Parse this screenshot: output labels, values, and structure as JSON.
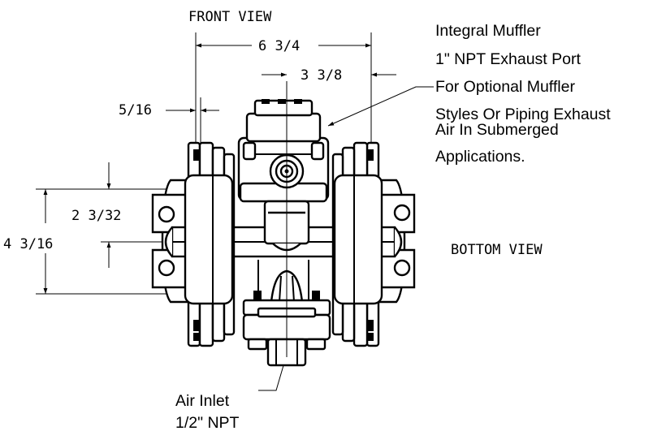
{
  "views": {
    "front_label": "FRONT VIEW",
    "bottom_label": "BOTTOM VIEW"
  },
  "dimensions": {
    "overall_width": "6 3/4",
    "center_to_port": "3 3/8",
    "flange_offset": "5/16",
    "height_partial": "2 3/32",
    "height_total": "4 3/16"
  },
  "callouts": {
    "muffler_note": [
      "Integral Muffler",
      "1\" NPT Exhaust Port",
      "For Optional Muffler",
      "Styles Or Piping Exhaust",
      "Air In Submerged",
      "Applications."
    ],
    "air_inlet_note": [
      "Air Inlet",
      "1/2\" NPT"
    ]
  },
  "icons": {
    "pump_drawing": "pump-drawing-icon"
  }
}
